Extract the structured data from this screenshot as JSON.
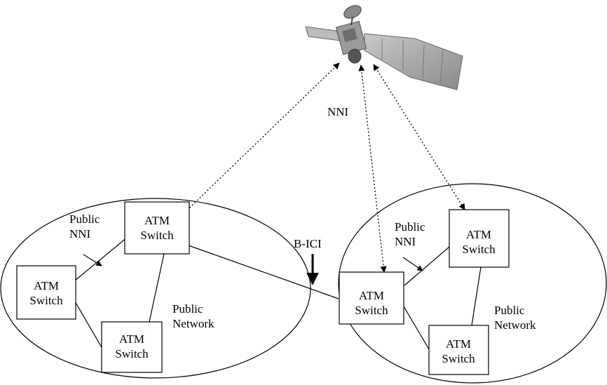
{
  "satellite": {
    "icon": "satellite-icon"
  },
  "labels": {
    "nni": "NNI",
    "bici": "B-ICI",
    "left_public_nni_1": "Public",
    "left_public_nni_2": "NNI",
    "right_public_nni_1": "Public",
    "right_public_nni_2": "NNI",
    "left_public_network_1": "Public",
    "left_public_network_2": "Network",
    "right_public_network_1": "Public",
    "right_public_network_2": "Network"
  },
  "switches": {
    "left_top": {
      "line1": "ATM",
      "line2": "Switch"
    },
    "left_mid": {
      "line1": "ATM",
      "line2": "Switch"
    },
    "left_bottom": {
      "line1": "ATM",
      "line2": "Switch"
    },
    "right_top": {
      "line1": "ATM",
      "line2": "Switch"
    },
    "right_mid": {
      "line1": "ATM",
      "line2": "Switch"
    },
    "right_bottom": {
      "line1": "ATM",
      "line2": "Switch"
    }
  }
}
